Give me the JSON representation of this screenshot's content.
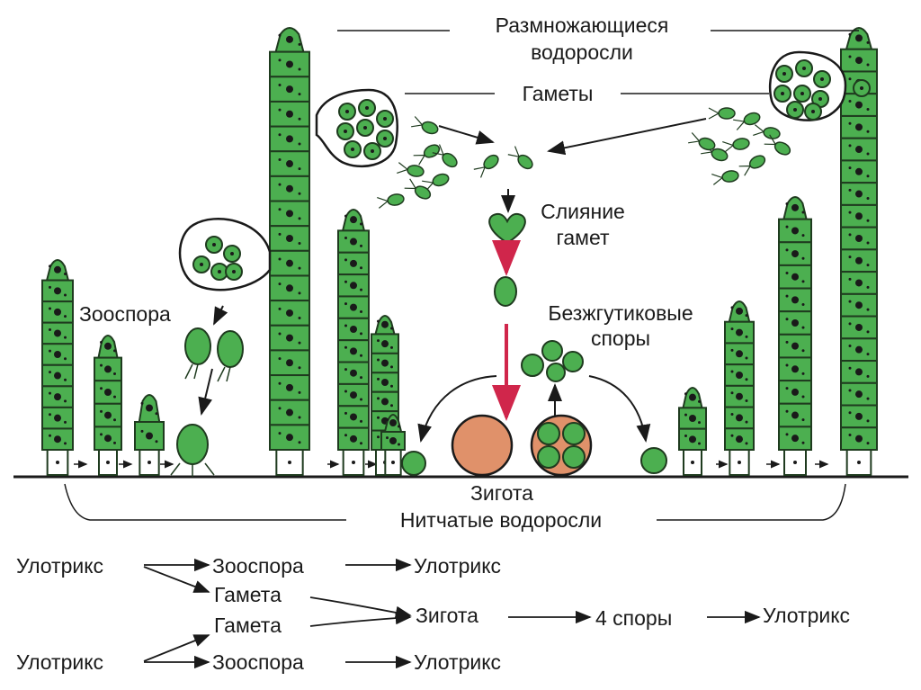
{
  "labels": {
    "reproducing_line1": "Размножающиеся",
    "reproducing_line2": "водоросли",
    "gametes": "Гаметы",
    "fusion_line1": "Слияние",
    "fusion_line2": "гамет",
    "zoospore": "Зооспора",
    "aflagellate_line1": "Безжгутиковые",
    "aflagellate_line2": "споры",
    "zygote": "Зигота",
    "filamentous": "Нитчатые водоросли"
  },
  "scheme": {
    "ulothrix_top": "Улотрикс",
    "zoospore_top": "Зооспора",
    "ulothrix_top_result": "Улотрикс",
    "gamete_top": "Гамета",
    "gamete_bottom": "Гамета",
    "zygote": "Зигота",
    "four_spores": "4 споры",
    "ulothrix_final": "Улотрикс",
    "ulothrix_bottom": "Улотрикс",
    "zoospore_bottom": "Зооспора",
    "ulothrix_bottom_result": "Улотрикс"
  },
  "colors": {
    "cell_green": "#4caf50",
    "cell_light": "#8fd18a",
    "outline": "#1f3b1f",
    "zygote_fill": "#e0916a",
    "red_arrow": "#d0264b"
  }
}
